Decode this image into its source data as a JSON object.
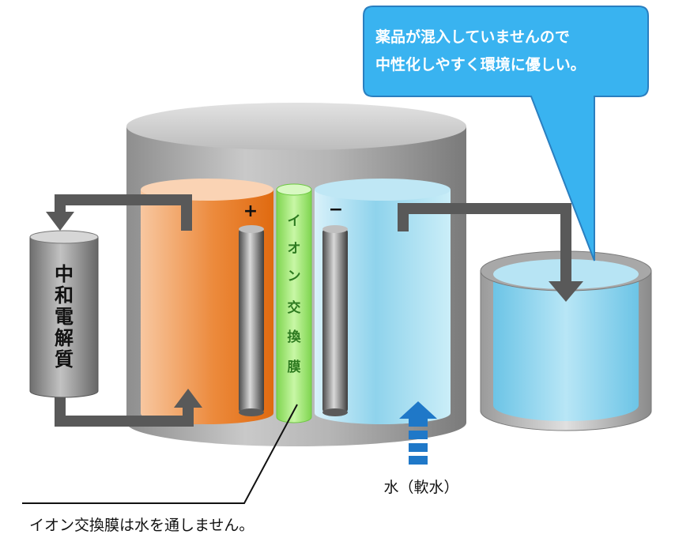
{
  "callout": {
    "line1": "薬品が混入していませんので",
    "line2": "中性化しやすく環境に優しい。"
  },
  "neutralizer_label": [
    "中",
    "和",
    "電",
    "解",
    "質"
  ],
  "membrane_label": [
    "イ",
    "オ",
    "ン",
    "交",
    "換",
    "膜"
  ],
  "anode_sign": "+",
  "cathode_sign": "−",
  "water_label": "水（軟水）",
  "membrane_note": "イオン交換膜は水を通しません。",
  "colors": {
    "acid_orange": "#e8721e",
    "water_blue": "#8fd3ec",
    "membrane_green": "#9ee86e",
    "callout_blue": "#39b3f0",
    "arrow_gray": "#595959",
    "inlet_arrow_blue": "#1f78c8"
  }
}
